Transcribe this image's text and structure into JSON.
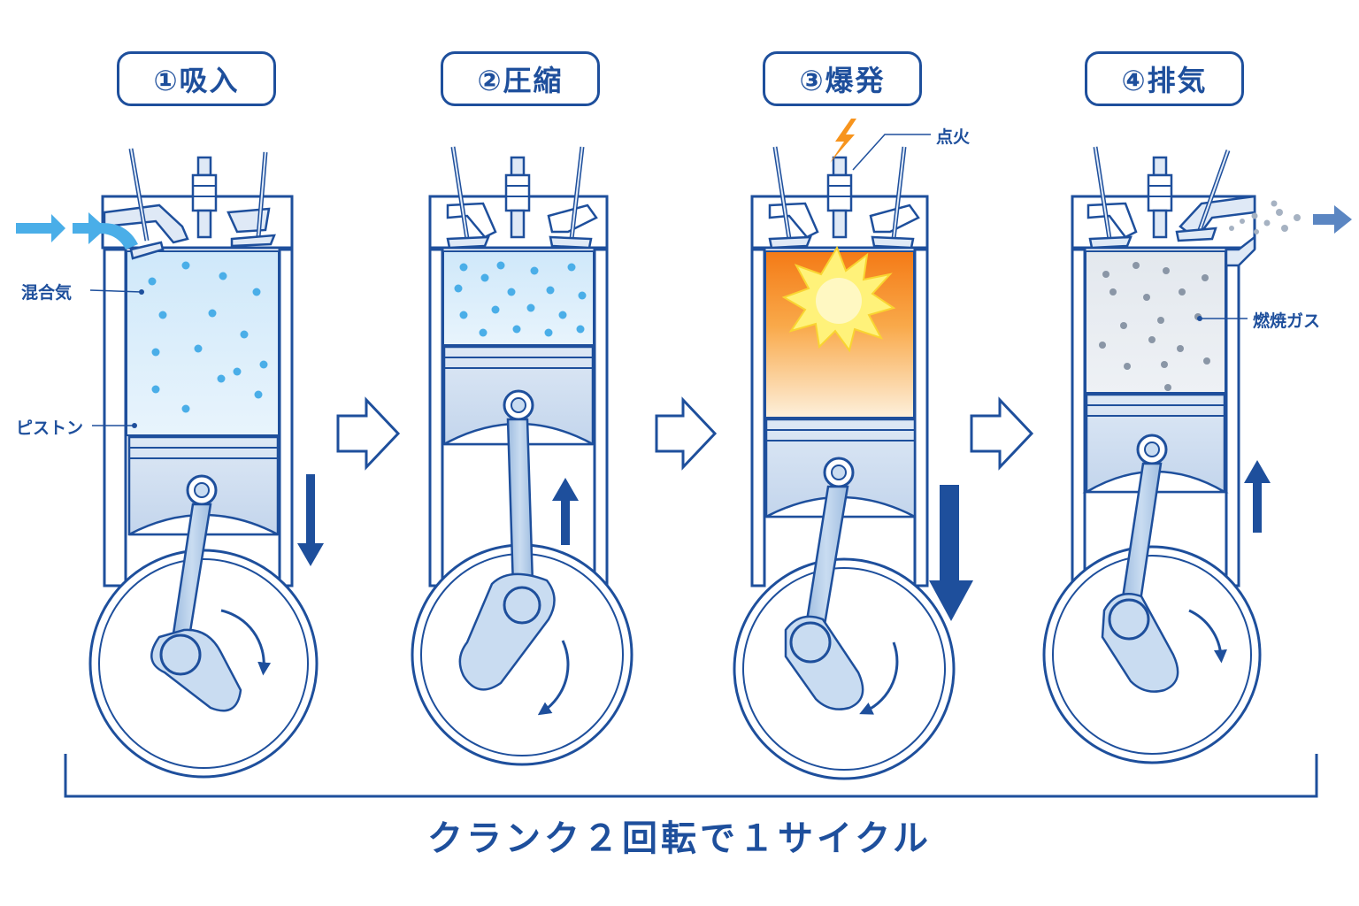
{
  "stages": [
    {
      "label": "①吸入"
    },
    {
      "label": "②圧縮"
    },
    {
      "label": "③爆発"
    },
    {
      "label": "④排気"
    }
  ],
  "callouts": {
    "mixture": "混合気",
    "piston": "ピストン",
    "ignition": "点火",
    "exhaust_gas": "燃焼ガス"
  },
  "caption": "クランク２回転で１サイクル",
  "colors": {
    "primary": "#1e4f9c",
    "intake_air": "#4aaee8",
    "mixture_fill": "#d6ecfa",
    "explosion_orange": "#f7941d",
    "exhaust_fill": "#e6ebf0",
    "exhaust_dots": "#8a96a6"
  }
}
